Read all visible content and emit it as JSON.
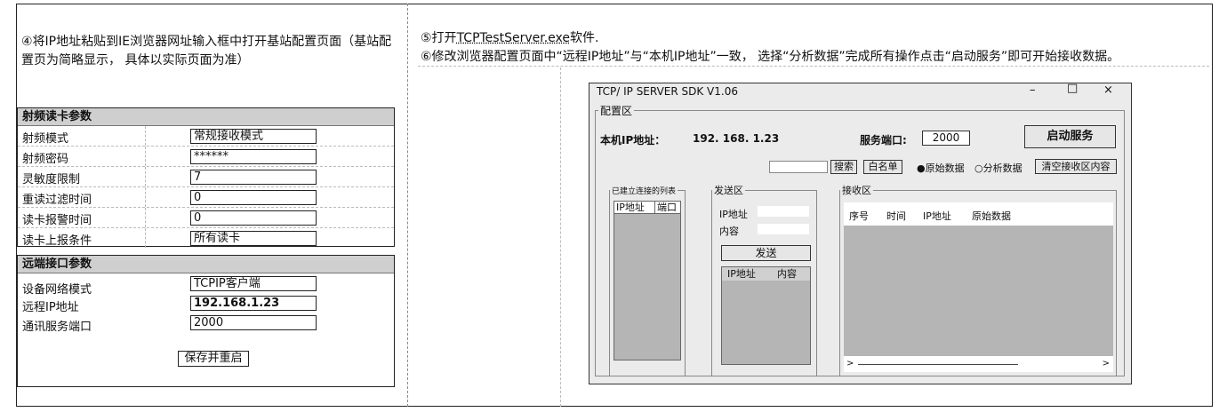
{
  "steps": {
    "step4": "④将IP地址粘贴到IE浏览器网址输入框中打开基站配置页面（基站配置页为简略显示， 具体以实际页面为准）",
    "step5_prefix": "⑤打开",
    "step5_link": "TCPTestServer.exe",
    "step5_suffix": "软件.",
    "step6": "⑥修改浏览器配置页面中“远程IP地址”与“本机IP地址”一致， 选择“分析数据”完成所有操作点击“启动服务”即可开始接收数据。"
  },
  "rf_panel": {
    "title": "射频读卡参数",
    "rows": [
      {
        "label": "射频模式",
        "value": "常规接收模式"
      },
      {
        "label": "射频密码",
        "value": "******"
      },
      {
        "label": "灵敏度限制",
        "value": "7"
      },
      {
        "label": "重读过滤时间",
        "value": "0"
      },
      {
        "label": "读卡报警时间",
        "value": "0"
      },
      {
        "label": "读卡上报条件",
        "value": "所有读卡"
      }
    ]
  },
  "remote_panel": {
    "title": "远端接口参数",
    "rows": [
      {
        "label": "设备网络模式",
        "value": "TCPIP客户端"
      },
      {
        "label": "远程IP地址",
        "value": "192.168.1.23"
      },
      {
        "label": "通讯服务端口",
        "value": "2000"
      }
    ],
    "save_label": "保存并重启"
  },
  "window": {
    "title": "TCP/ IP SERVER SDK V1.06",
    "min": "–",
    "max": "□",
    "close": "×",
    "config_group": "配置区",
    "local_ip_label": "本机IP地址：",
    "local_ip_value": "192. 168. 1.23",
    "port_label": "服务端口:",
    "port_value": "2000",
    "start_label": "启动服务",
    "search_value": "",
    "search_label": "搜索",
    "whitelist_label": "白名单",
    "radio_raw": "原始数据",
    "radio_parse": "分析数据",
    "clear_label": "清空接收区内容",
    "conn_group": "已建立连接的列表",
    "conn_col_ip": "IP地址",
    "conn_col_port": "端口",
    "send_group": "发送区",
    "send_ip_label": "IP地址",
    "send_content_label": "内容",
    "send_button": "发送",
    "send_col_ip": "IP地址",
    "send_col_content": "内容",
    "recv_group": "接收区",
    "recv_cols": [
      "序号",
      "时间",
      "IP地址",
      "原始数据"
    ],
    "scroll_left": ">",
    "scroll_right": ">"
  },
  "colors": {
    "panel_header": "#cfcfcf",
    "list_gray": "#b5b5b5",
    "window_bg": "#ebebeb"
  }
}
